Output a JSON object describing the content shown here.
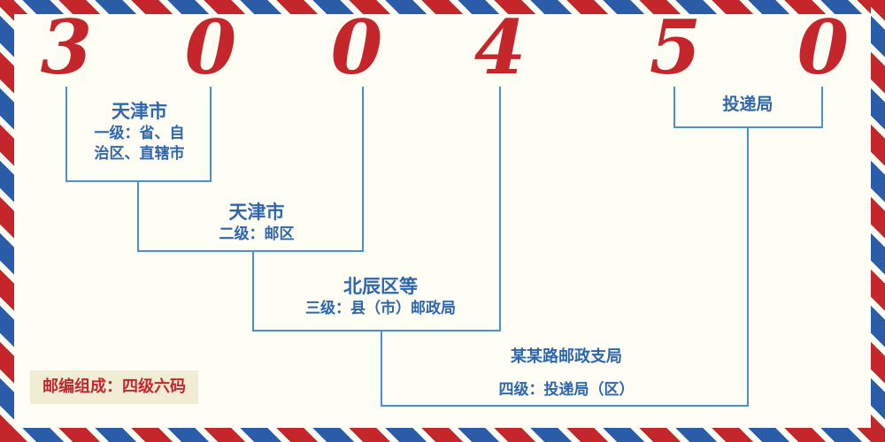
{
  "postal_code": {
    "digits": [
      "3",
      "0",
      "0",
      "4",
      "5",
      "0"
    ]
  },
  "labels": {
    "level1": {
      "title": "天津市",
      "desc_line1": "一级：省、自",
      "desc_line2": "治区、直辖市"
    },
    "level2": {
      "title": "天津市",
      "desc": "二级：邮区"
    },
    "level3": {
      "title": "北辰区等",
      "desc": "三级：县（市）邮政局"
    },
    "level4": {
      "title": "某某路邮政支局",
      "desc": "四级：投递局（区）"
    },
    "delivery": {
      "title": "投递局"
    }
  },
  "footer": {
    "composition": "邮编组成：四级六码"
  },
  "colors": {
    "background": "#fffef5",
    "stripe_red": "#c5262c",
    "stripe_blue": "#2b5ca8",
    "digit_red": "#c5262c",
    "line_blue": "#4a8fd4",
    "text_blue": "#2e66ae",
    "footer_red": "#c5262c",
    "footer_bg": "#f1ecd4"
  }
}
